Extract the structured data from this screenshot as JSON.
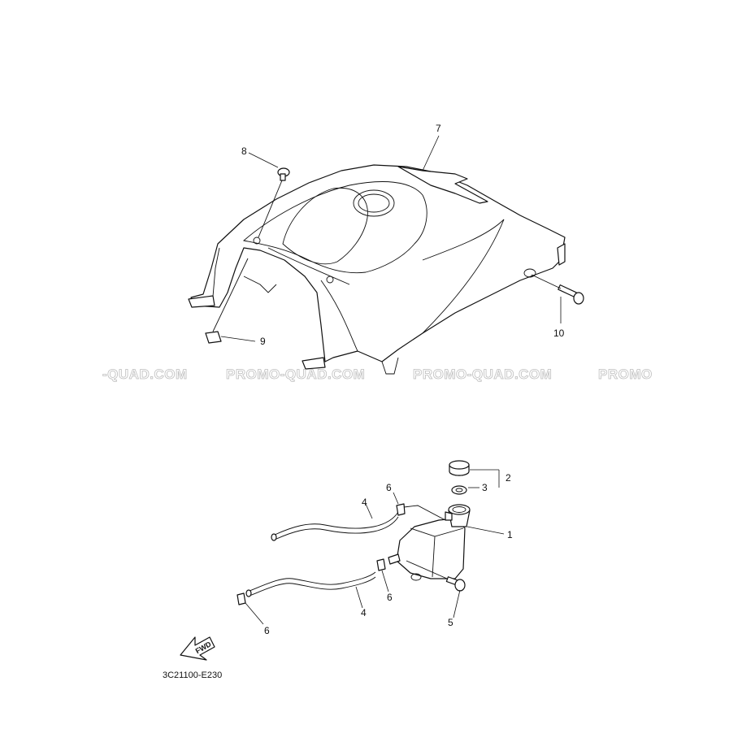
{
  "diagram": {
    "callouts": {
      "c1": "1",
      "c2": "2",
      "c3": "3",
      "c4a": "4",
      "c4b": "4",
      "c5": "5",
      "c6a": "6",
      "c6b": "6",
      "c6c": "6",
      "c7": "7",
      "c8": "8",
      "c9": "9",
      "c10": "10"
    },
    "watermarks": [
      "-QUAD.COM",
      "PROMO-QUAD.COM",
      "PROMO-QUAD.COM",
      "PROMO"
    ],
    "fwd_label": "FWD",
    "drawing_code": "3C21100-E230"
  }
}
